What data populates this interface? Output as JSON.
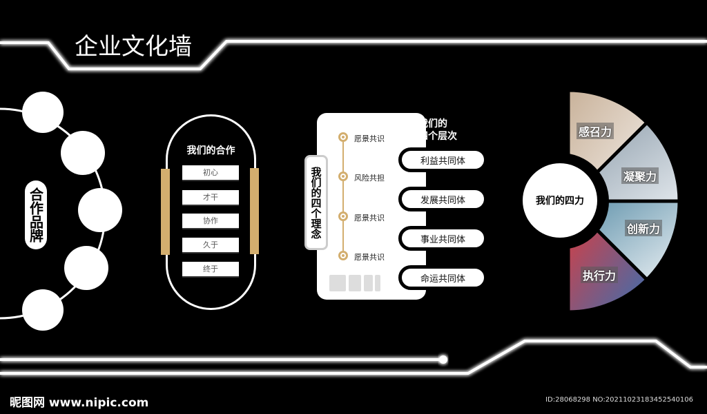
{
  "title": "企业文化墙",
  "brand": {
    "label": "合作品牌"
  },
  "cooperation": {
    "title": "我们的合作",
    "items": [
      "初心",
      "才干",
      "协作",
      "久于",
      "终于"
    ]
  },
  "concepts": {
    "label": "我们的四个理念",
    "items": [
      "愿景共识",
      "风险共担",
      "愿景共识",
      "愿景共识"
    ]
  },
  "levels": {
    "title_line1": "我们的",
    "title_line2": "四个层次",
    "items": [
      "利益共同体",
      "发展共同体",
      "事业共同体",
      "命运共同体"
    ]
  },
  "powers": {
    "center": "我们的四力",
    "items": [
      "感召力",
      "凝聚力",
      "创新力",
      "执行力"
    ]
  },
  "watermark": {
    "site": "昵图网 www.nipic.com",
    "id": "ID:28068298 NO:20211023183452540106"
  },
  "colors": {
    "gold": "#d3ae6e",
    "background": "#000000"
  }
}
